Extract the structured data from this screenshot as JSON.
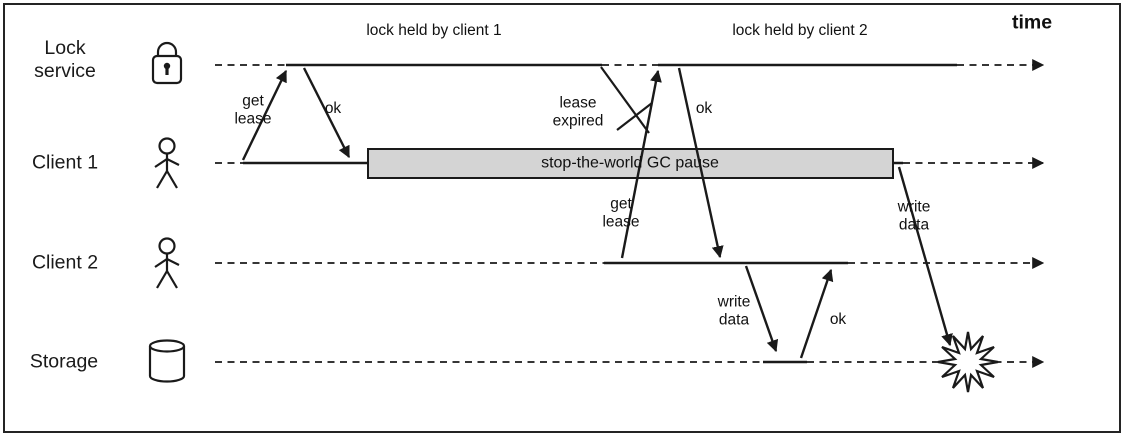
{
  "colors": {
    "line": "#1a1a1a",
    "gc_fill": "#d4d4d4",
    "background": "#ffffff"
  },
  "lanes": [
    {
      "label": "Lock\nservice",
      "icon": "padlock-icon"
    },
    {
      "label": "Client 1",
      "icon": "person-icon"
    },
    {
      "label": "Client 2",
      "icon": "person-icon"
    },
    {
      "label": "Storage",
      "icon": "database-icon"
    }
  ],
  "labels": {
    "time": "time",
    "lock_held_by_client_1": "lock held by client 1",
    "lock_held_by_client_2": "lock held by client 2",
    "get_lease_client1": "get\nlease",
    "ok_lease_client1": "ok",
    "lease_expired": "lease\nexpired",
    "get_lease_client2": "get\nlease",
    "ok_lease_client2": "ok",
    "write_data_client2": "write\ndata",
    "ok_write_client2": "ok",
    "write_data_client1": "write\ndata",
    "gc_pause": "stop-the-world GC pause"
  }
}
